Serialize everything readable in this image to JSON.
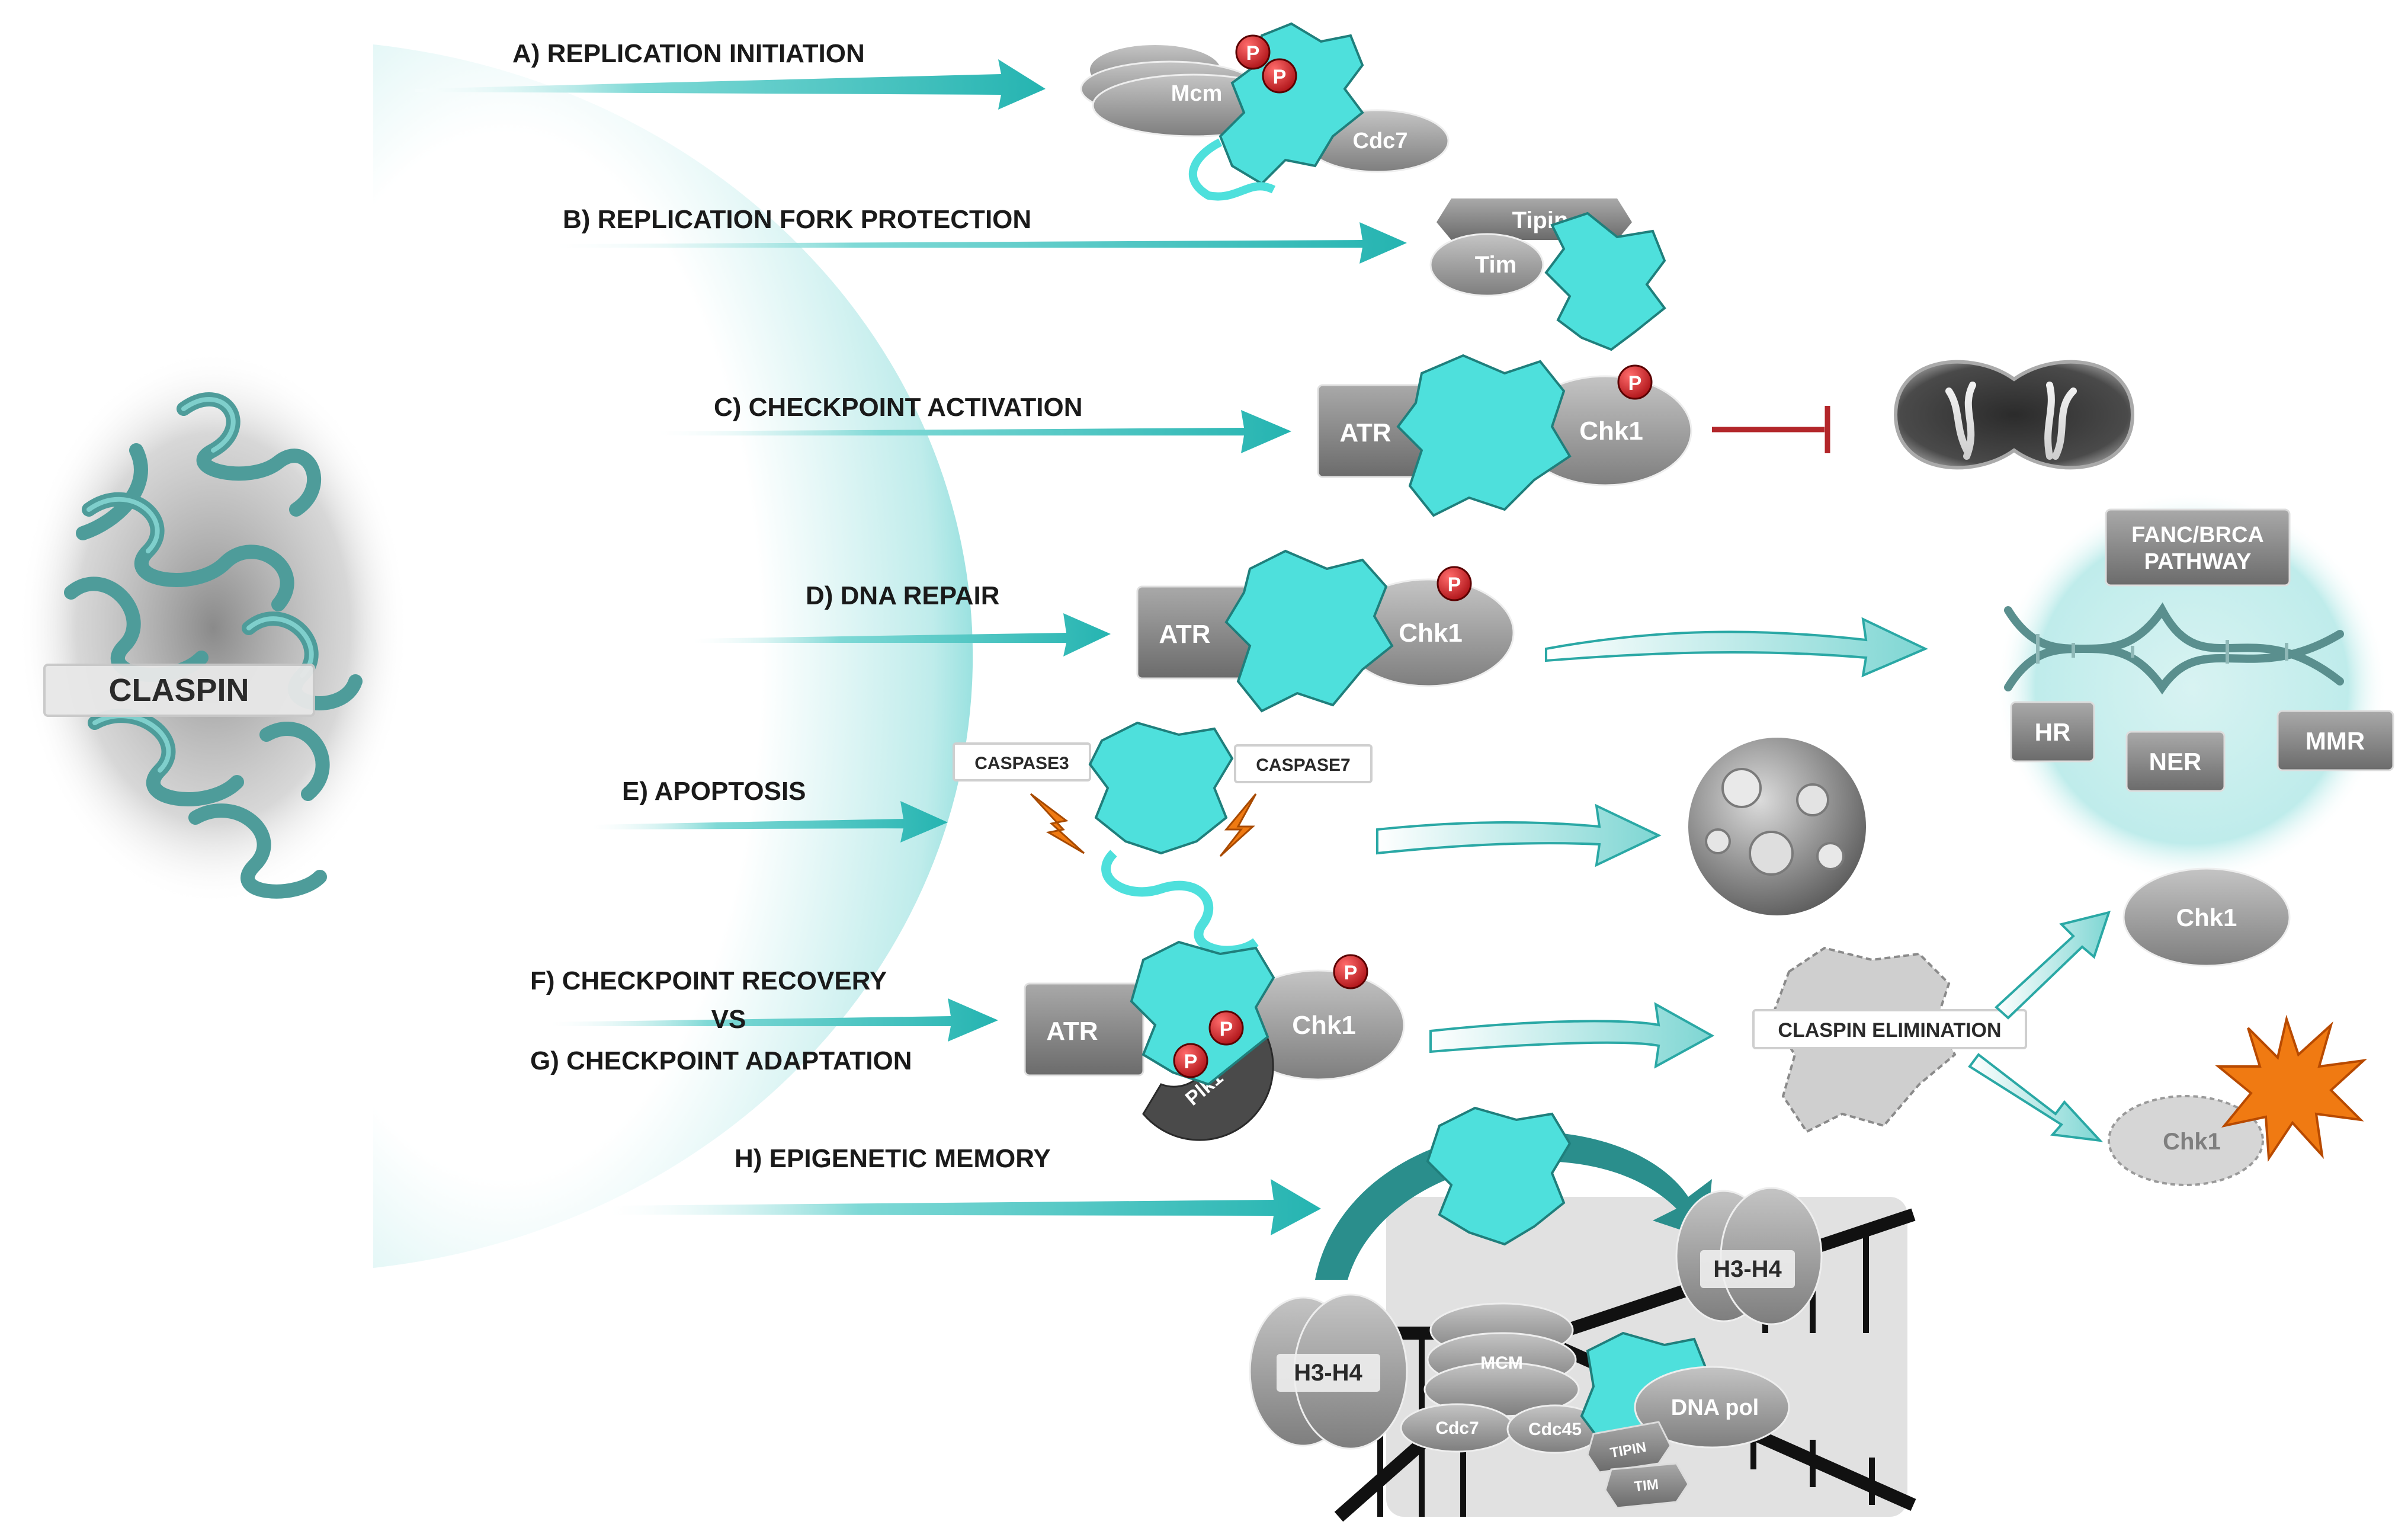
{
  "claspin_label": "CLASPIN",
  "phospho": "P",
  "pathways": {
    "a": "A) REPLICATION INITIATION",
    "b": "B) REPLICATION FORK PROTECTION",
    "c": "C) CHECKPOINT ACTIVATION",
    "d": "D) DNA REPAIR",
    "e": "E) APOPTOSIS",
    "f": "F) CHECKPOINT RECOVERY",
    "vs": "VS",
    "g": "G) CHECKPOINT ADAPTATION",
    "h": "H) EPIGENETIC MEMORY"
  },
  "proteins": {
    "mcm": "Mcm",
    "cdc7": "Cdc7",
    "tipin": "Tipin",
    "tim": "Tim",
    "atr": "ATR",
    "chk1": "Chk1",
    "caspase3": "CASPASE3",
    "caspase7": "CASPASE7",
    "plk1": "Plk1",
    "claspin_elimination": "CLASPIN ELIMINATION",
    "fanc_1": "FANC/BRCA",
    "fanc_2": "PATHWAY",
    "hr": "HR",
    "ner": "NER",
    "mmr": "MMR",
    "h3h4": "H3-H4",
    "mcm_caps": "MCM",
    "cdc7_small": "Cdc7",
    "cdc45": "Cdc45",
    "tipin_caps": "TIPIN",
    "tim_caps": "TIM",
    "dna_pol": "DNA pol"
  },
  "colors": {
    "teal": "#3ec7c4",
    "teal_dark": "#2a8e8c",
    "claspin_ribbon": "#4e9c9a",
    "grey": "#9a9a9a",
    "grey_dark": "#6f6f6f",
    "phospho_red": "#d0161b",
    "inhibit_red": "#b3262a",
    "burst_orange": "#f07a12"
  }
}
